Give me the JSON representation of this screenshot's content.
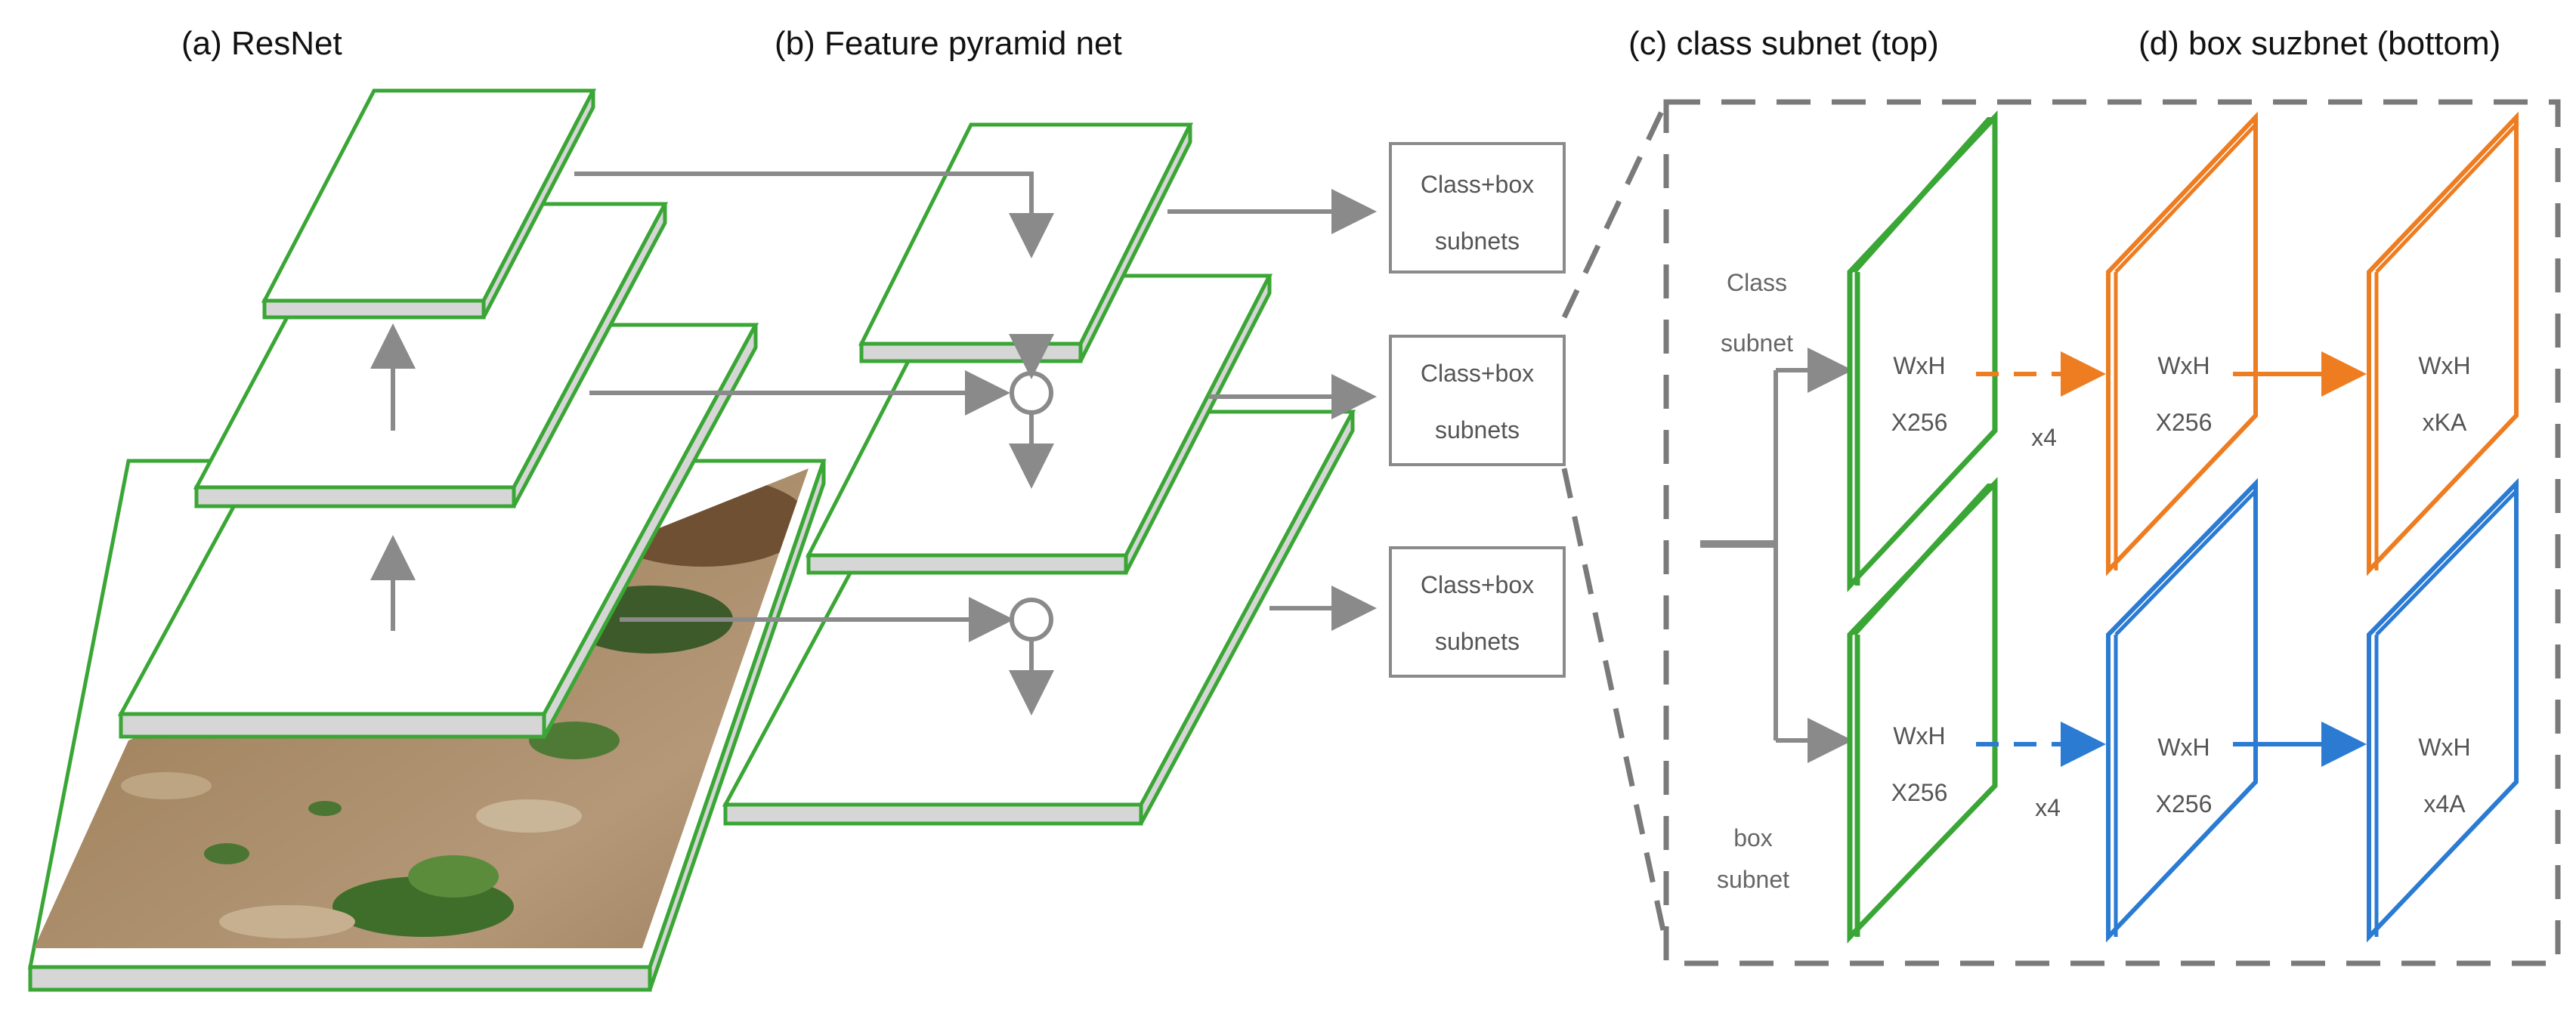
{
  "sections": {
    "a": "(a) ResNet",
    "b": "(b) Feature pyramid net",
    "c": "(c) class subnet (top)",
    "d": "(d) box suzbnet (bottom)"
  },
  "subnet_boxes": [
    {
      "line1": "Class+box",
      "line2": "subnets"
    },
    {
      "line1": "Class+box",
      "line2": "subnets"
    },
    {
      "line1": "Class+box",
      "line2": "subnets"
    }
  ],
  "class_subnet": {
    "label_line1": "Class",
    "label_line2": "subnet",
    "first_map": {
      "line1": "WxH",
      "line2": "X256"
    },
    "repeat": "x4",
    "second_map": {
      "line1": "WxH",
      "line2": "X256"
    },
    "output_map": {
      "line1": "WxH",
      "line2": "xKA"
    }
  },
  "box_subnet": {
    "label_line1": "box",
    "label_line2": "subnet",
    "first_map": {
      "line1": "WxH",
      "line2": "X256"
    },
    "repeat": "x4",
    "second_map": {
      "line1": "WxH",
      "line2": "X256"
    },
    "output_map": {
      "line1": "WxH",
      "line2": "x4A"
    }
  },
  "colors": {
    "green": "#3aa635",
    "orange": "#ee7d22",
    "blue": "#2b7bd3",
    "gray_arrow": "#8a8a8a",
    "dashed_border": "#7a7a7a"
  },
  "image_description_icon": "soil-plant-photo"
}
